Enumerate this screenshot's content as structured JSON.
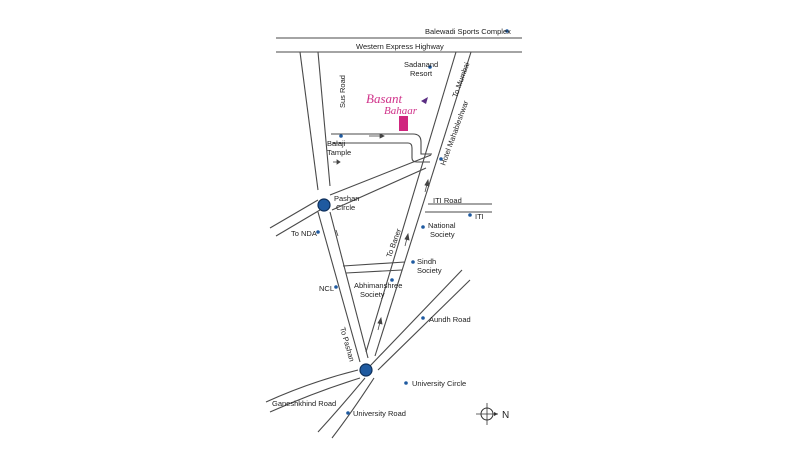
{
  "brand": {
    "line1": "Basant",
    "line2": "Bahaar",
    "color": "#d0338a"
  },
  "compass": {
    "label": "N"
  },
  "colors": {
    "road": "#4a4a4a",
    "marker": "#1f5aa0",
    "site": "#d0267f"
  },
  "labels": {
    "balewadi": "Balewadi Sports Complex",
    "western_express": "Western Express Highway",
    "sadanand": "Sadanand",
    "resort": "Resort",
    "to_mumbai": "To Mumbai",
    "sus_road": "Sus Road",
    "balaji": "Balaji",
    "temple": "Tample",
    "hotel_mahabaleshwar": "Hotel Mahableshwar",
    "pashan": "Pashan",
    "circle": "Circle",
    "iti_road": "ITI Road",
    "iti": "ITI",
    "to_nda": "To NDA",
    "national": "National",
    "national_society": "Society",
    "to_baner": "To Baner",
    "sindh": "Sindh",
    "sindh_society": "Society",
    "ncl": "NCL",
    "abhimanshree": "Abhimanshree",
    "abhimanshree_society": "Society",
    "aundh_road": "Aundh Road",
    "to_pashan": "To Pashan",
    "university_circle": "University Circle",
    "ganeshkhind_road": "Ganeshkhind Road",
    "university_road": "University Road"
  }
}
